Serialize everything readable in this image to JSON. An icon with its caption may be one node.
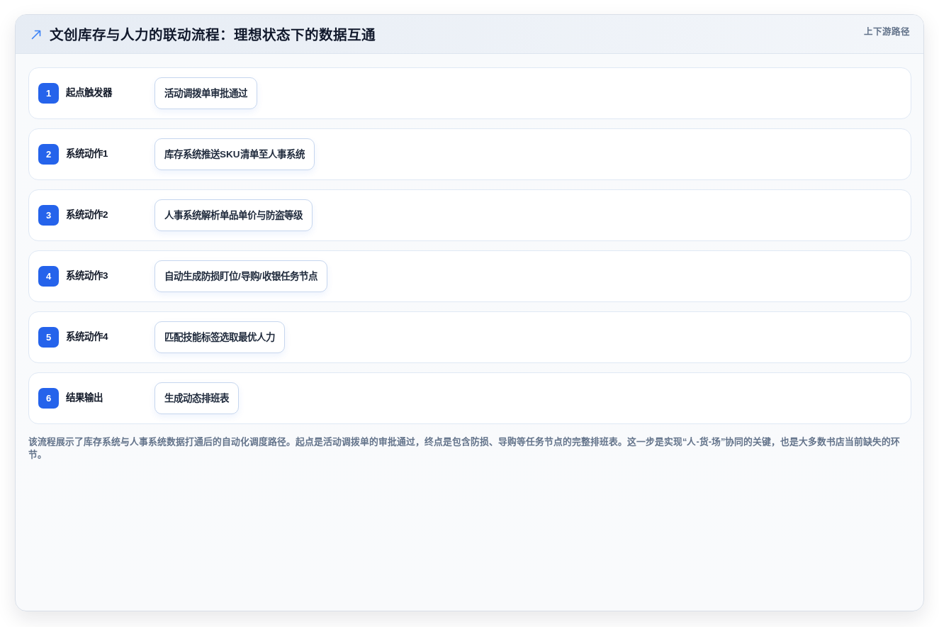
{
  "diagram": {
    "title": "文创库存与人力的联动流程：理想状态下的数据互通",
    "caption": "该流程展示了库存系统与人事系统数据打通后的自动化调度路径。起点是活动调拨单的审批通过，终点是包含防损、导购等任务节点的完整排班表。这一步是实现“人-货-场”协同的关键，也是大多数书店当前缺失的环节。",
    "nodes": [
      {
        "text": [
          "起点触发器"
        ]
      },
      {
        "text": [
          "1"
        ],
        "in": 0
      },
      {
        "text": [
          "活动调拨单审批通过"
        ],
        "in": 0
      },
      {
        "text": [
          "系统动作1"
        ]
      },
      {
        "text": [
          "2"
        ],
        "in": 3
      },
      {
        "text": [
          "库存系统推送SKU清单至人事系统"
        ],
        "in": 3
      },
      {
        "text": [
          "系统动作2"
        ]
      },
      {
        "text": [
          "3"
        ],
        "in": 6
      },
      {
        "text": [
          "人事系统解析单品单价与防盗等级"
        ],
        "in": 6
      },
      {
        "text": [
          "系统动作3"
        ]
      },
      {
        "text": [
          "4"
        ],
        "in": 9
      },
      {
        "text": [
          "自动生成防损盯位/导购/收银任务节点"
        ],
        "in": 9
      },
      {
        "text": [
          "系统动作4"
        ]
      },
      {
        "text": [
          "5"
        ],
        "in": 12
      },
      {
        "text": [
          "匹配技能标签选取最优人力"
        ],
        "in": 12
      },
      {
        "text": [
          "结果输出"
        ]
      },
      {
        "text": [
          "6"
        ],
        "in": 15
      },
      {
        "text": [
          "生成动态排班表"
        ],
        "in": 15
      }
    ],
    "labels": [
      "上下游路径"
    ]
  }
}
